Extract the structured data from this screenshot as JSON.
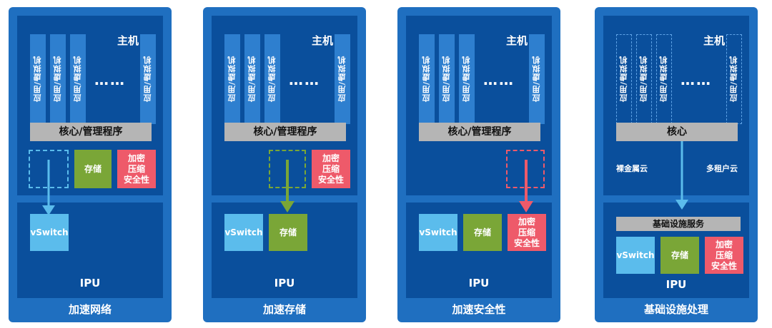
{
  "host_label": "主机",
  "vm_label": "应用/虚拟机",
  "ellipsis": "……",
  "hypervisor_label": "核心/管理程序",
  "kernel_label": "核心",
  "storage_label": "存储",
  "crypto_label": "加密\n压缩\n安全性",
  "vswitch_label": "vSwitch",
  "ipu_label": "IPU",
  "infra_label": "基础设施服务",
  "bare_metal_label": "裸金属云",
  "multi_tenant_label": "多租户云",
  "panels": [
    {
      "caption": "加速网络"
    },
    {
      "caption": "加速存储"
    },
    {
      "caption": "加速安全性"
    },
    {
      "caption": "基础设施处理"
    }
  ],
  "colors": {
    "panel": "#1f6fc0",
    "inner": "#0a4f9c",
    "vswitch": "#5bbcec",
    "storage": "#7aa637",
    "crypto": "#ee5a6a",
    "hypervisor": "#b5b5b5"
  }
}
